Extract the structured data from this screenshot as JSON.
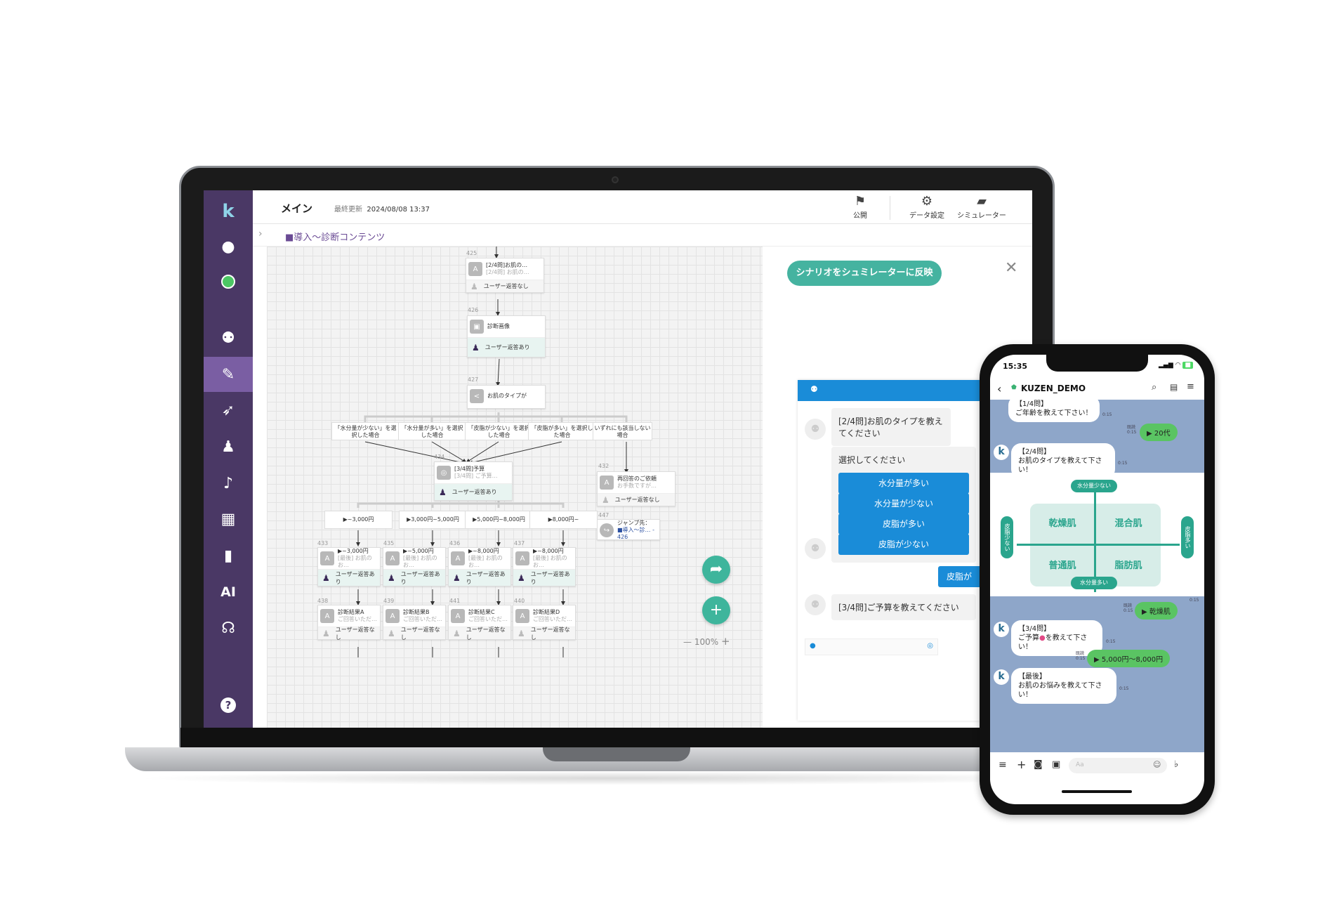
{
  "app": {
    "title": "メイン",
    "meta_label": "最終更新",
    "meta_date": "2024/08/08 13:37",
    "breadcrumb": "■導入〜診断コンテンツ"
  },
  "header_buttons": [
    {
      "label": "公開",
      "icon": "bookmark-icon"
    },
    {
      "label": "データ設定",
      "icon": "gear-icon"
    },
    {
      "label": "シミュレーター",
      "icon": "chat-icon"
    }
  ],
  "sidebar": {
    "logo": "k",
    "items": [
      "user-icon",
      "line-icon",
      "robot-icon",
      "tools-icon",
      "rocket-icon",
      "person-icon",
      "bell-icon",
      "chart-icon",
      "book-icon",
      "ai-icon",
      "headset-icon",
      "help-icon"
    ],
    "ai_label": "AI",
    "active": "tools-icon"
  },
  "flow": {
    "nodes": [
      {
        "id": "425",
        "t1": "[2/4問]お肌の…",
        "t2": "[2/4問] お肌の…",
        "foot": "ユーザー返答なし"
      },
      {
        "id": "426",
        "t1": "診断画像",
        "t2": "",
        "foot": "ユーザー返答あり"
      },
      {
        "id": "427",
        "t1": "お肌のタイプが",
        "t2": "",
        "foot": ""
      },
      {
        "id": "434",
        "t1": "[3/4問]予算",
        "t2": "[3/4問] ご予算…",
        "foot": "ユーザー返答あり"
      },
      {
        "id": "432",
        "t1": "再回答のご依頼",
        "t2": "お手数ですが…",
        "foot": "ユーザー返答なし"
      },
      {
        "id": "447",
        "t1": "ジャンプ先：",
        "t2": "■導入〜診…",
        "extra": "- 426"
      }
    ],
    "branches": [
      "「水分量が少ない」を選択した場合",
      "「水分量が多い」を選択した場合",
      "「皮脂が少ない」を選択した場合",
      "「皮脂が多い」を選択した場合",
      "いずれにも該当しない場合"
    ],
    "price_pills": [
      "▶~3,000円",
      "▶3,000円~5,000円",
      "▶5,000円~8,000円",
      "▶8,000円~"
    ],
    "price_nodes": [
      {
        "id": "433",
        "t1": "▶~3,000円",
        "t2": "[最後] お肌のお…",
        "foot": "ユーザー返答あり"
      },
      {
        "id": "435",
        "t1": "▶~5,000円",
        "t2": "[最後] お肌のお…",
        "foot": "ユーザー返答あり"
      },
      {
        "id": "436",
        "t1": "▶~8,000円",
        "t2": "[最後] お肌のお…",
        "foot": "ユーザー返答あり"
      },
      {
        "id": "437",
        "t1": "▶~8,000円",
        "t2": "[最後] お肌のお…",
        "foot": "ユーザー返答あり"
      }
    ],
    "result_nodes": [
      {
        "id": "438",
        "t1": "診断結果A",
        "t2": "ご回答いただ…",
        "foot": "ユーザー返答なし"
      },
      {
        "id": "439",
        "t1": "診断結果B",
        "t2": "ご回答いただ…",
        "foot": "ユーザー返答なし"
      },
      {
        "id": "441",
        "t1": "診断結果C",
        "t2": "ご回答いただ…",
        "foot": "ユーザー返答なし"
      },
      {
        "id": "440",
        "t1": "診断結果D",
        "t2": "ご回答いただ…",
        "foot": "ユーザー返答なし"
      }
    ],
    "zoom": "100%"
  },
  "panel": {
    "reflect_button": "シナリオをシュミレーターに反映",
    "q2": "[2/4問]お肌のタイプを教えてください",
    "select_prompt": "選択してください",
    "choices": [
      "水分量が多い",
      "水分量が少ない",
      "皮脂が多い",
      "皮脂が少ない"
    ],
    "user_reply": "皮脂が",
    "q3": "[3/4問]ご予算を教えてください"
  },
  "phone": {
    "time": "15:35",
    "account": "KUZEN_DEMO",
    "m1_title": "【1/4問】",
    "m1_text": "ご年齢を教えて下さい！",
    "m1_time": "0:15",
    "r1": "▶ 20代",
    "r1_read": "既読",
    "r1_time": "0:15",
    "m2_title": "【2/4問】",
    "m2_text": "お肌のタイプを教えて下さい！",
    "m2_time": "0:15",
    "diagram": {
      "top": "水分量少ない",
      "bottom": "水分量多い",
      "left": "皮脂少ない",
      "right": "皮脂多い",
      "q": [
        "乾燥肌",
        "混合肌",
        "普通肌",
        "脂肪肌"
      ]
    },
    "diag_time": "0:15",
    "r2": "▶ 乾燥肌",
    "r2_read": "既読",
    "r2_time": "0:15",
    "m3_title": "【3/4問】",
    "m3_text_a": "ご予算",
    "m3_text_b": "を教えて下さい！",
    "m3_time": "0:15",
    "r3": "▶ 5,000円〜8,000円",
    "r3_read": "既読",
    "r3_time": "0:15",
    "m4_title": "【最後】",
    "m4_text": "お肌のお悩みを教えて下さい！",
    "m4_time": "0:15",
    "input_placeholder": "Aa",
    "colors": {
      "chat_bg": "#8ea6c9",
      "reply": "#5ac463",
      "accent": "#2aa58d"
    }
  },
  "colors": {
    "sidebar": "#4a3865",
    "accent": "#3eb59c",
    "sim_blue": "#1a8cd8",
    "breadcrumb": "#6a4a94"
  }
}
